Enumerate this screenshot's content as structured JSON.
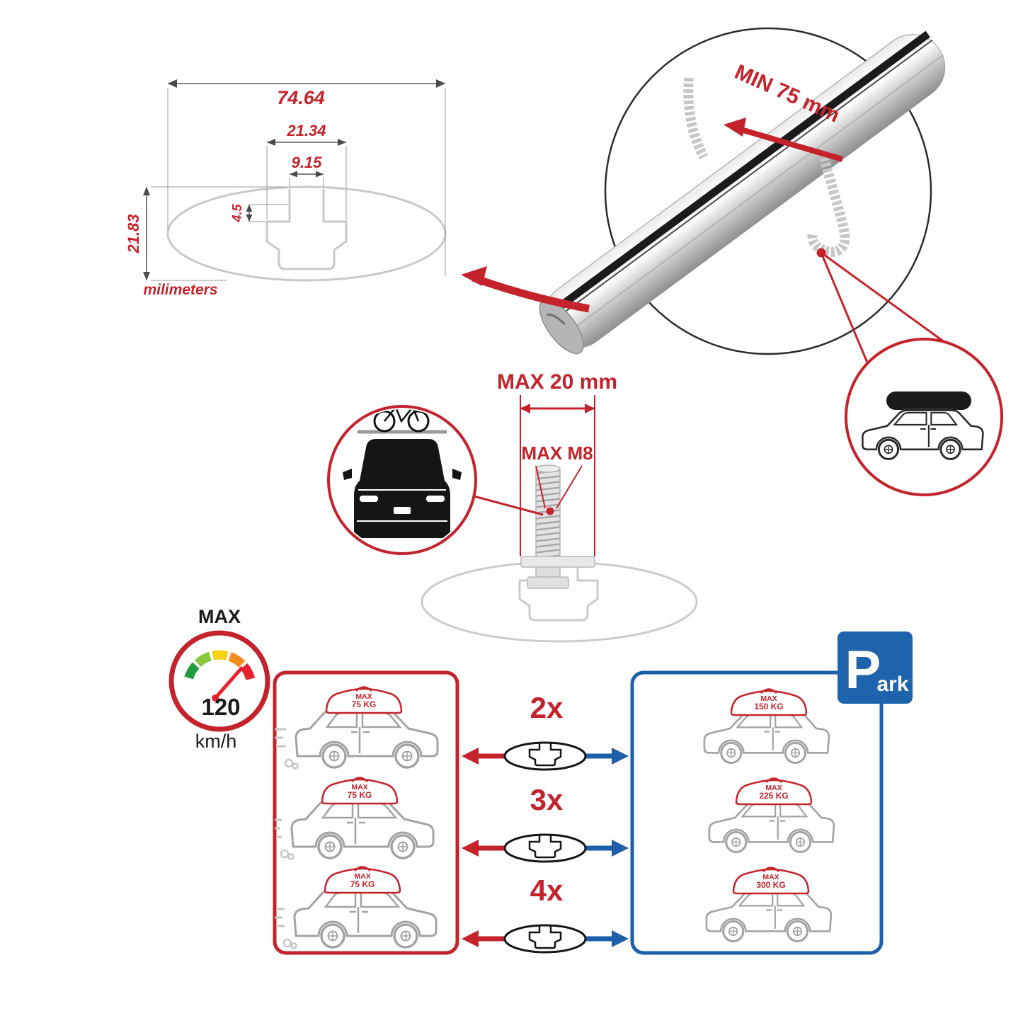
{
  "tech_drawing": {
    "dim_total_width": "74.64",
    "dim_cavity_width": "21.34",
    "dim_slot_width": "9.15",
    "dim_lip_depth": "4.5",
    "dim_height": "21.83",
    "units_label": "milimeters"
  },
  "bar_detail": {
    "min_clamp_label": "MIN 75 mm"
  },
  "bolt_detail": {
    "max_length_label": "MAX 20 mm",
    "max_thread_label": "MAX M8"
  },
  "speed_gauge": {
    "title": "MAX",
    "value": "120",
    "units": "km/h"
  },
  "driving_panel": {
    "cars": [
      {
        "cargo_max": "MAX",
        "cargo_weight": "75 KG"
      },
      {
        "cargo_max": "MAX",
        "cargo_weight": "75 KG"
      },
      {
        "cargo_max": "MAX",
        "cargo_weight": "75 KG"
      }
    ]
  },
  "bar_counts": [
    "2x",
    "3x",
    "4x"
  ],
  "parked_panel": {
    "cars": [
      {
        "cargo_max": "MAX",
        "cargo_weight": "150 KG"
      },
      {
        "cargo_max": "MAX",
        "cargo_weight": "225 KG"
      },
      {
        "cargo_max": "MAX",
        "cargo_weight": "300 KG"
      }
    ],
    "park_sign": {
      "letter": "P",
      "suffix": "ark"
    }
  },
  "colors": {
    "red": "#c4232c",
    "blue": "#1d5fa8",
    "gray_line": "#c9c9c9",
    "dark": "#1a1a1a"
  }
}
